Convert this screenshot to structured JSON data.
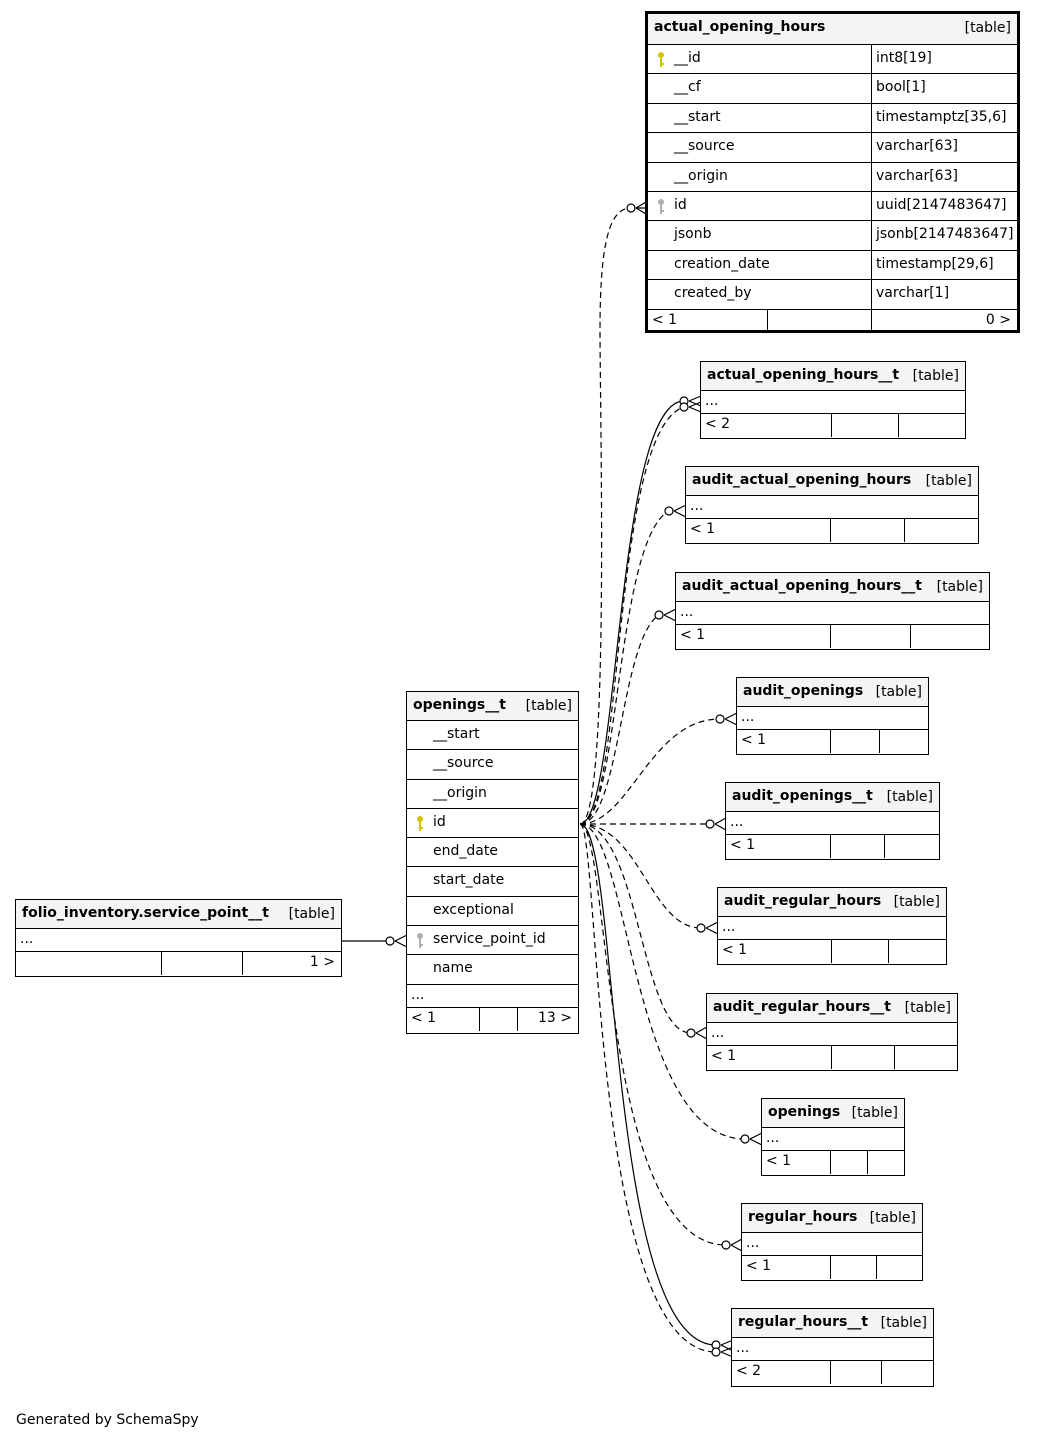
{
  "tables": {
    "actual_opening_hours": {
      "name": "actual_opening_hours",
      "tag": "[table]",
      "columns": [
        {
          "name": "__id",
          "type": "int8[19]",
          "key": "primary"
        },
        {
          "name": "__cf",
          "type": "bool[1]"
        },
        {
          "name": "__start",
          "type": "timestamptz[35,6]"
        },
        {
          "name": "__source",
          "type": "varchar[63]"
        },
        {
          "name": "__origin",
          "type": "varchar[63]"
        },
        {
          "name": "id",
          "type": "uuid[2147483647]",
          "key": "foreign"
        },
        {
          "name": "jsonb",
          "type": "jsonb[2147483647]"
        },
        {
          "name": "creation_date",
          "type": "timestamp[29,6]"
        },
        {
          "name": "created_by",
          "type": "varchar[1]"
        }
      ],
      "footer_left": "< 1",
      "footer_right": "0 >"
    },
    "actual_opening_hours__t": {
      "name": "actual_opening_hours__t",
      "tag": "[table]",
      "more": "...",
      "footer_left": "< 2"
    },
    "audit_actual_opening_hours": {
      "name": "audit_actual_opening_hours",
      "tag": "[table]",
      "more": "...",
      "footer_left": "< 1"
    },
    "audit_actual_opening_hours__t": {
      "name": "audit_actual_opening_hours__t",
      "tag": "[table]",
      "more": "...",
      "footer_left": "< 1"
    },
    "audit_openings": {
      "name": "audit_openings",
      "tag": "[table]",
      "more": "...",
      "footer_left": "< 1"
    },
    "audit_openings__t": {
      "name": "audit_openings__t",
      "tag": "[table]",
      "more": "...",
      "footer_left": "< 1"
    },
    "audit_regular_hours": {
      "name": "audit_regular_hours",
      "tag": "[table]",
      "more": "...",
      "footer_left": "< 1"
    },
    "audit_regular_hours__t": {
      "name": "audit_regular_hours__t",
      "tag": "[table]",
      "more": "...",
      "footer_left": "< 1"
    },
    "openings": {
      "name": "openings",
      "tag": "[table]",
      "more": "...",
      "footer_left": "< 1"
    },
    "regular_hours": {
      "name": "regular_hours",
      "tag": "[table]",
      "more": "...",
      "footer_left": "< 1"
    },
    "regular_hours__t": {
      "name": "regular_hours__t",
      "tag": "[table]",
      "more": "...",
      "footer_left": "< 2"
    },
    "openings__t": {
      "name": "openings__t",
      "tag": "[table]",
      "columns": [
        {
          "name": "__start"
        },
        {
          "name": "__source"
        },
        {
          "name": "__origin"
        },
        {
          "name": "id",
          "key": "primary"
        },
        {
          "name": "end_date"
        },
        {
          "name": "start_date"
        },
        {
          "name": "exceptional"
        },
        {
          "name": "service_point_id",
          "key": "foreign"
        },
        {
          "name": "name"
        }
      ],
      "more": "...",
      "footer_left": "< 1",
      "footer_right": "13 >"
    },
    "service_point__t": {
      "name": "folio_inventory.service_point__t",
      "tag": "[table]",
      "more": "...",
      "footer_right": "1 >"
    }
  },
  "footer_note": "Generated by SchemaSpy",
  "colors": {
    "header_bg": "#f4f4f4",
    "primary_key": "#d4c300",
    "foreign_key": "#b0b0b0",
    "line": "#000000"
  }
}
